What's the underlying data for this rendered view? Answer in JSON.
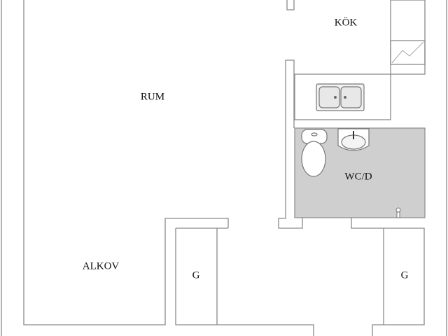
{
  "rooms": {
    "rum": "RUM",
    "kok": "KÖK",
    "wc": "WC/D",
    "alkov": "ALKOV",
    "closet_left": "G",
    "closet_right": "G"
  },
  "colors": {
    "wall_line": "#8a8a8a",
    "bathroom_fill": "#cfcfcf",
    "background": "#ffffff"
  }
}
